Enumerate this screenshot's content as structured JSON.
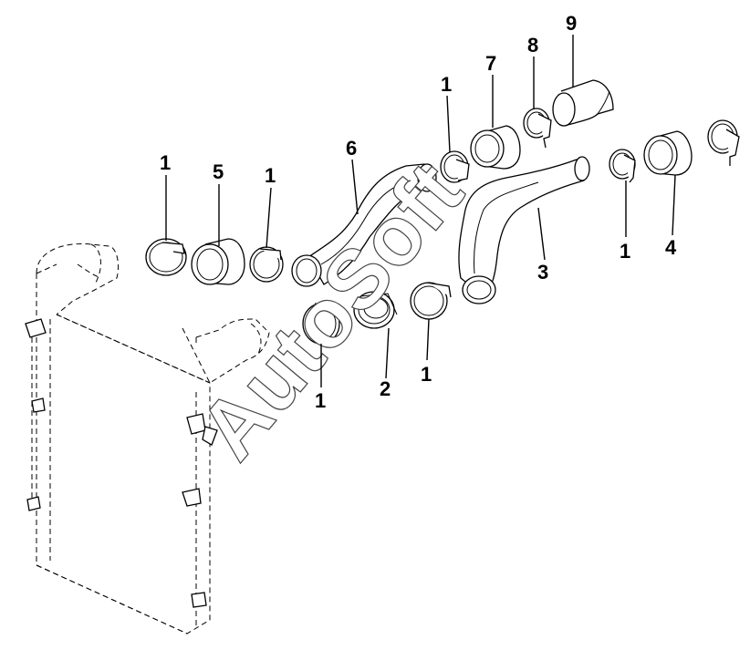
{
  "watermark": {
    "text": "AutoSoft"
  },
  "callouts": [
    {
      "id": "c1a",
      "label": "1"
    },
    {
      "id": "c5",
      "label": "5"
    },
    {
      "id": "c1b",
      "label": "1"
    },
    {
      "id": "c6",
      "label": "6"
    },
    {
      "id": "c1c",
      "label": "1"
    },
    {
      "id": "c7",
      "label": "7"
    },
    {
      "id": "c8",
      "label": "8"
    },
    {
      "id": "c9",
      "label": "9"
    },
    {
      "id": "c1d",
      "label": "1"
    },
    {
      "id": "c4",
      "label": "4"
    },
    {
      "id": "c3",
      "label": "3"
    },
    {
      "id": "c1e",
      "label": "1"
    },
    {
      "id": "c2",
      "label": "2"
    },
    {
      "id": "c1f",
      "label": "1"
    }
  ]
}
